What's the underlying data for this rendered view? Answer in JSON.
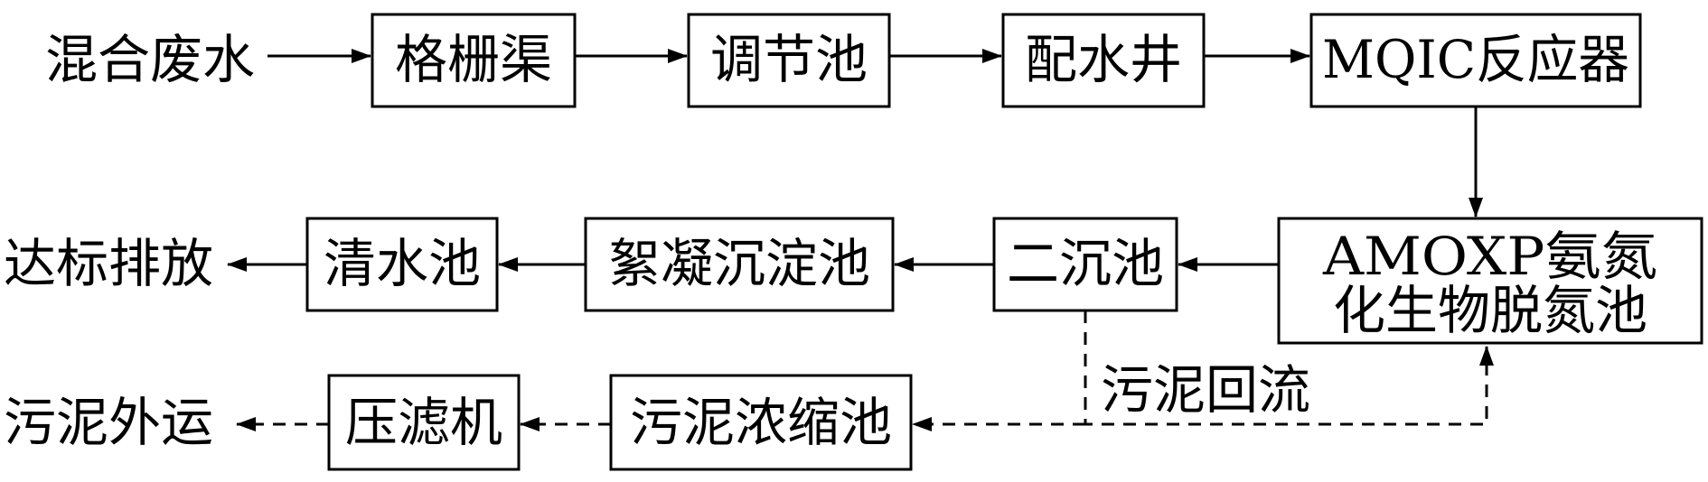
{
  "nodes": {
    "mixed_wastewater": "混合废水",
    "grille_channel": "格栅渠",
    "regulating_tank": "调节池",
    "distribution_well": "配水井",
    "mqic_reactor": "MQIC反应器",
    "amoxp_line1": "AMOXP氨氮",
    "amoxp_line2": "化生物脱氮池",
    "secondary_sedimentation": "二沉池",
    "flocculation_tank": "絮凝沉淀池",
    "clear_water_tank": "清水池",
    "discharge": "达标排放",
    "sludge_thickener": "污泥浓缩池",
    "filter_press": "压滤机",
    "sludge_transport": "污泥外运"
  },
  "annotations": {
    "sludge_return": "污泥回流"
  }
}
